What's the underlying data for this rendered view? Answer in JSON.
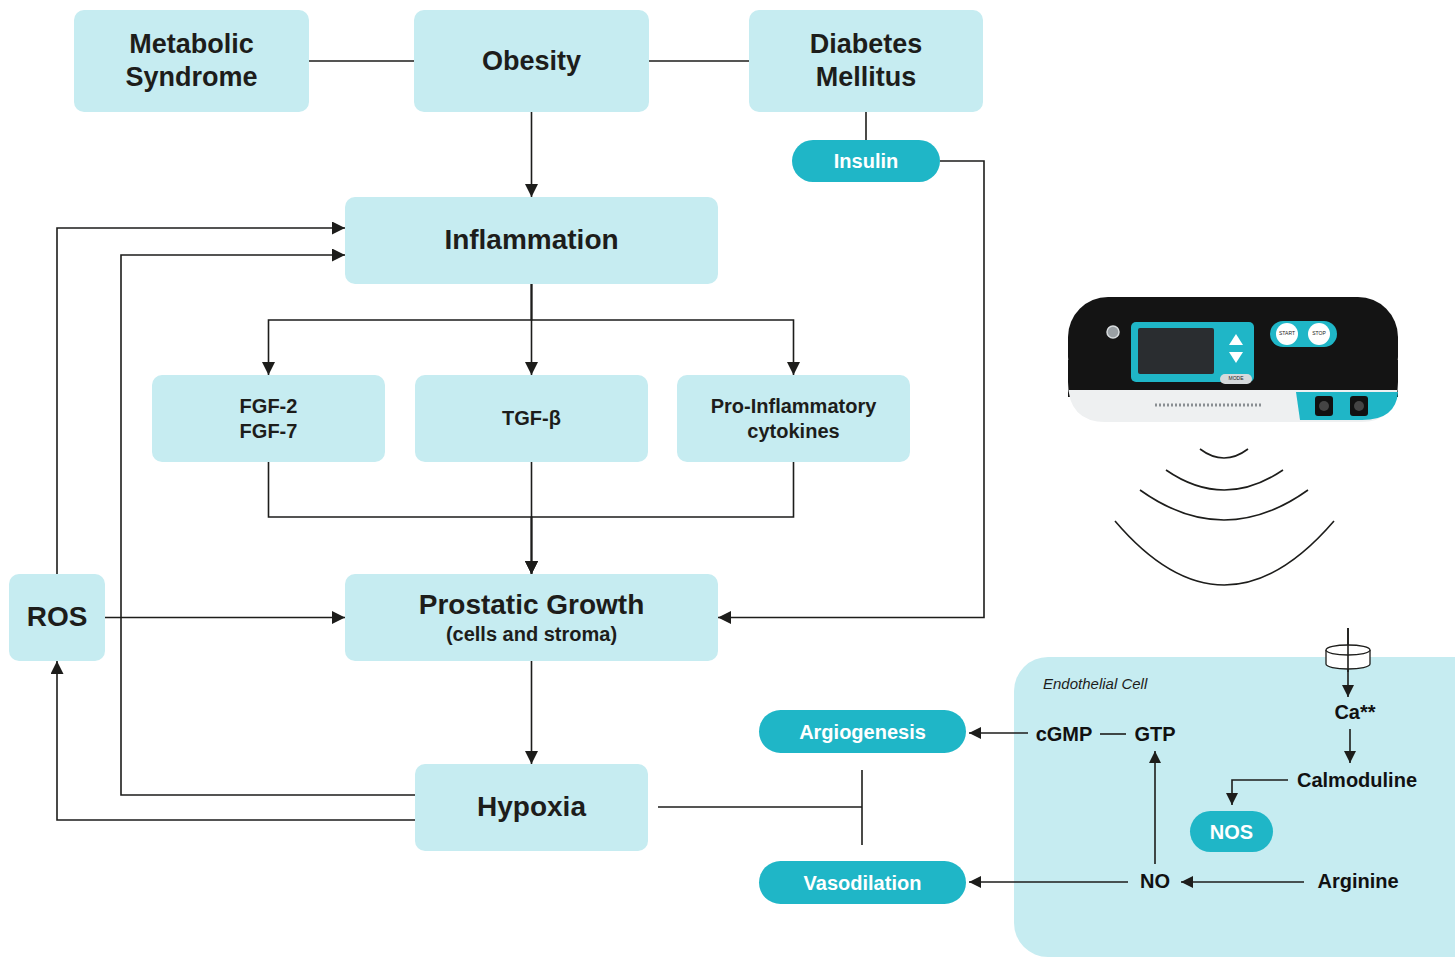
{
  "diagram": {
    "nodes": [
      {
        "text": [
          "Metabolic Syndrome"
        ]
      },
      {
        "text": [
          "Obesity"
        ]
      },
      {
        "text": [
          "Diabetes Mellitus"
        ]
      },
      {
        "text": [
          "Insulin"
        ]
      },
      {
        "text": [
          "Inflammation"
        ]
      },
      {
        "text": [
          "FGF-2 FGF-7"
        ]
      },
      {
        "text": [
          "TGF-β"
        ]
      },
      {
        "text": [
          "Pro-Inflammatory cytokines"
        ]
      },
      {
        "text": [
          "ROS"
        ]
      },
      {
        "text": [
          "Prostatic Growth",
          "(cells and stroma)"
        ]
      },
      {
        "text": [
          "Argiogenesis"
        ]
      },
      {
        "text": [
          "Hypoxia"
        ]
      },
      {
        "text": [
          "Endothelial Cell"
        ]
      },
      {
        "text": [
          "NOS"
        ],
        "in": 12
      },
      {
        "text": [
          "Vasodilation"
        ]
      }
    ],
    "edges": [
      {
        "from": 0,
        "to": 1,
        "arrow": "none"
      },
      {
        "from": 1,
        "to": 2,
        "arrow": "none"
      },
      {
        "from": 2,
        "to": 3,
        "arrow": "none"
      },
      {
        "from": 1,
        "to": 4,
        "arrow": "to"
      },
      {
        "from": 3,
        "to": 9,
        "arrow": "to"
      },
      {
        "from": 4,
        "to": 5,
        "arrow": "to"
      },
      {
        "from": 4,
        "to": 6,
        "arrow": "to"
      },
      {
        "from": 4,
        "to": 7,
        "arrow": "to"
      },
      {
        "from": 5,
        "to": 9,
        "arrow": "to"
      },
      {
        "from": 6,
        "to": 9,
        "arrow": "to"
      },
      {
        "from": 7,
        "to": 9,
        "arrow": "to"
      },
      {
        "from": 8,
        "to": 4,
        "arrow": "to"
      },
      {
        "from": 8,
        "to": 9,
        "arrow": "to"
      },
      {
        "from": 9,
        "to": 11,
        "arrow": "to"
      },
      {
        "from": 11,
        "to": 8,
        "arrow": "to"
      },
      {
        "from": 11,
        "to": 4,
        "arrow": "to"
      }
    ],
    "labels": [
      "cGMP",
      "GTP",
      "Ca**",
      "Calmoduline",
      "NO",
      "Arginine",
      "START",
      "STOP",
      "MODE"
    ]
  }
}
